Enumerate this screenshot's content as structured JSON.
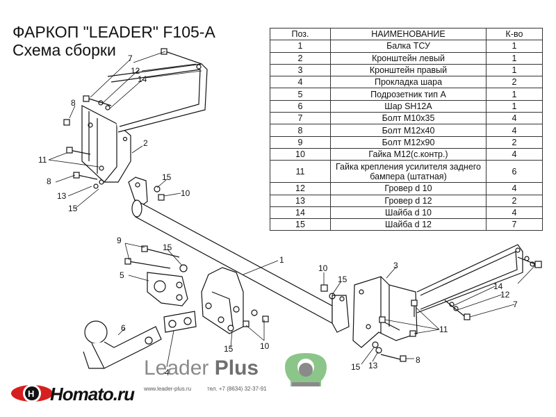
{
  "title": "ФАРКОП \"LEADER\" F105-A",
  "subtitle": "Схема сборки",
  "table": {
    "headers": [
      "Поз.",
      "НАИМЕНОВАНИЕ",
      "К-во"
    ],
    "rows": [
      [
        "1",
        "Балка ТСУ",
        "1"
      ],
      [
        "2",
        "Кронштейн левый",
        "1"
      ],
      [
        "3",
        "Кронштейн правый",
        "1"
      ],
      [
        "4",
        "Прокладка шара",
        "2"
      ],
      [
        "5",
        "Подрозетник тип А",
        "1"
      ],
      [
        "6",
        "Шар SH12A",
        "1"
      ],
      [
        "7",
        "Болт М10х35",
        "4"
      ],
      [
        "8",
        "Болт М12х40",
        "4"
      ],
      [
        "9",
        "Болт М12х90",
        "2"
      ],
      [
        "10",
        "Гайка М12(с.контр.)",
        "4"
      ],
      [
        "11",
        "Гайка крепления усилителя заднего бампера (штатная)",
        "6"
      ],
      [
        "12",
        "Гровер d 10",
        "4"
      ],
      [
        "13",
        "Гровер d 12",
        "2"
      ],
      [
        "14",
        "Шайба d 10",
        "4"
      ],
      [
        "15",
        "Шайба d 12",
        "7"
      ]
    ]
  },
  "callouts": {
    "c7a": "7",
    "c12a": "12",
    "c14a": "14",
    "c8a": "8",
    "c2": "2",
    "c11a": "11",
    "c8b": "8",
    "c13a": "13",
    "c15a": "15",
    "c15b": "15",
    "c10a": "10",
    "c9": "9",
    "c15c": "15",
    "c5": "5",
    "c1": "1",
    "c6": "6",
    "c4": "4",
    "c15d": "15",
    "c10b": "10",
    "c10c": "10",
    "c15e": "15",
    "c3": "3",
    "c14b": "14",
    "c12b": "12",
    "c7b": "7",
    "c11b": "11",
    "c15f": "15",
    "c13b": "13",
    "c8c": "8"
  },
  "brand": {
    "name_light": "Leader",
    "name_bold": "Plus",
    "site": "www.leader-plus.ru",
    "phone": "тел. +7 (8634) 32-37-91"
  },
  "watermark": {
    "text": "Homato.ru"
  },
  "colors": {
    "line": "#111111",
    "logo_green": "#8cc58a",
    "logo_gray": "#8a8a8a",
    "watermark_red": "#d62020"
  }
}
